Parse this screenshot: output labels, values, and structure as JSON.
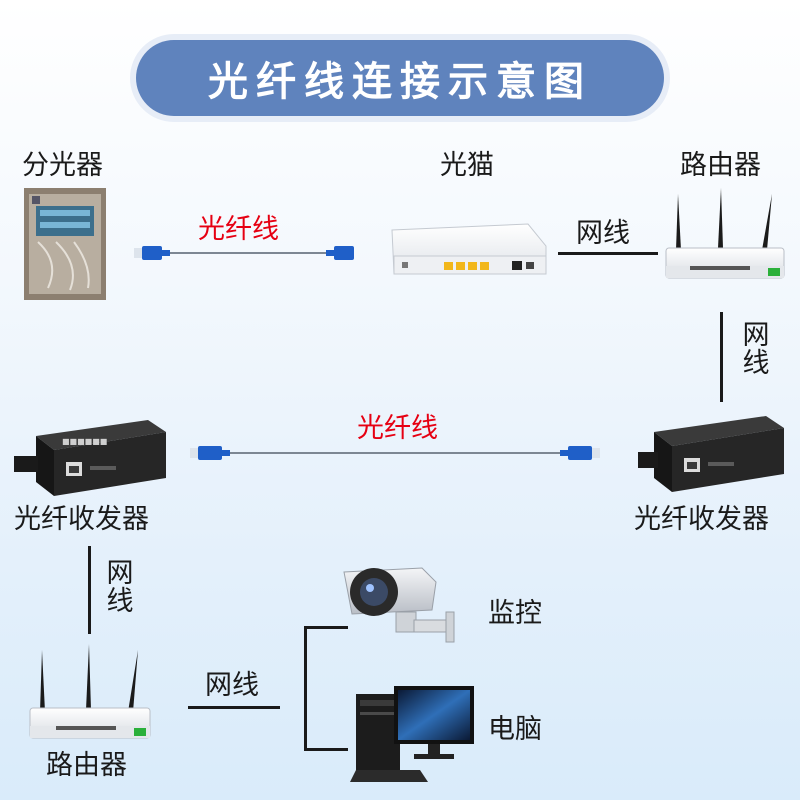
{
  "title": "光纤线连接示意图",
  "devices": {
    "splitter": "分光器",
    "optical_modem": "光猫",
    "router_top": "路由器",
    "transceiver_left": "光纤收发器",
    "transceiver_right": "光纤收发器",
    "router_bottom": "路由器",
    "camera": "监控",
    "computer": "电脑"
  },
  "links": {
    "fiber_top": "光纤线",
    "fiber_middle": "光纤线",
    "net_modem_router": "网线",
    "net_router_transceiver": "网线",
    "net_transceiver_router": "网线",
    "net_router_devices": "网线"
  },
  "colors": {
    "title_bg": "#5f83bd",
    "fiber_label": "#e60012",
    "connector": "#1f5fc8"
  },
  "icons": [
    "splitter-box-icon",
    "fiber-cable-icon",
    "optical-modem-icon",
    "router-icon",
    "transceiver-icon",
    "security-camera-icon",
    "computer-icon"
  ]
}
